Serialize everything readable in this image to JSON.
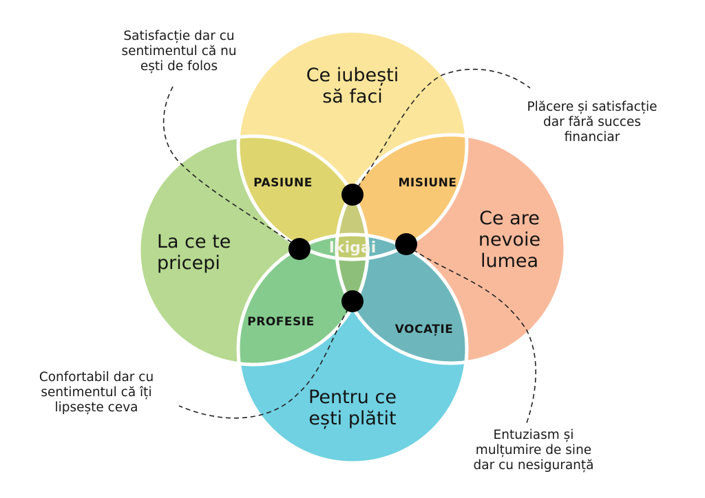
{
  "diagram": {
    "title_center": "Ikigai",
    "colors": {
      "background": "#ffffff",
      "top_circle": "#FBE59A",
      "left_circle": "#B7D991",
      "right_circle": "#F9BA9C",
      "bottom_circle": "#6FD1E2",
      "pasiune_zone": "#DED56E",
      "misiune_zone": "#F9C874",
      "profesie_zone": "#85CB8E",
      "vocatie_zone": "#6DB7BC",
      "center_zone": "#C2CB6D",
      "outline": "#ffffff",
      "dot": "#000000",
      "dash": "#222222"
    },
    "circles": [
      {
        "id": "top",
        "label": "Ce iubești\nsă faci"
      },
      {
        "id": "left",
        "label": "La ce te\npricepi"
      },
      {
        "id": "right",
        "label": "Ce are\nnevoie\nlumea"
      },
      {
        "id": "bottom",
        "label": "Pentru ce\nești plătit"
      }
    ],
    "zones": [
      {
        "id": "pasiune",
        "label": "PASIUNE"
      },
      {
        "id": "misiune",
        "label": "MISIUNE"
      },
      {
        "id": "profesie",
        "label": "PROFESIE"
      },
      {
        "id": "vocatie",
        "label": "VOCAȚIE"
      }
    ],
    "notes": [
      {
        "id": "top-left",
        "text": "Satisfacție dar cu\nsentimentul că nu\nești de folos"
      },
      {
        "id": "top-right",
        "text": "Plăcere și satisfacție\ndar fără succes\nfinanciar"
      },
      {
        "id": "bottom-left",
        "text": "Confortabil dar cu\nsentimentul că îți\nlipsește ceva"
      },
      {
        "id": "bottom-right",
        "text": "Entuziasm și\nmulțumire de sine\ndar cu nesiguranță"
      }
    ]
  }
}
